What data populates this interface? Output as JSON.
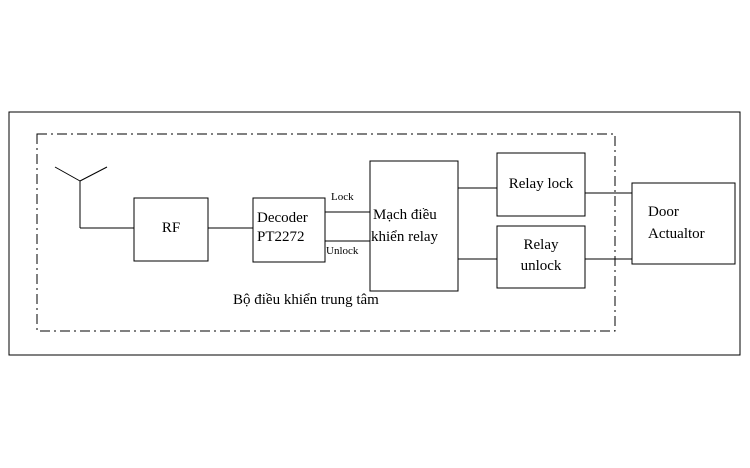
{
  "blocks": {
    "rf": "RF",
    "decoder_line1": "Decoder",
    "decoder_line2": "PT2272",
    "mach_line1": "Mạch điều",
    "mach_line2": "khiển relay",
    "relay_lock": "Relay lock",
    "relay_unlock_line1": "Relay",
    "relay_unlock_line2": "unlock",
    "door_line1": "Door",
    "door_line2": "Actualtor"
  },
  "signals": {
    "lock": "Lock",
    "unlock": "Unlock"
  },
  "region_label": "Bộ điều khiển trung tâm"
}
